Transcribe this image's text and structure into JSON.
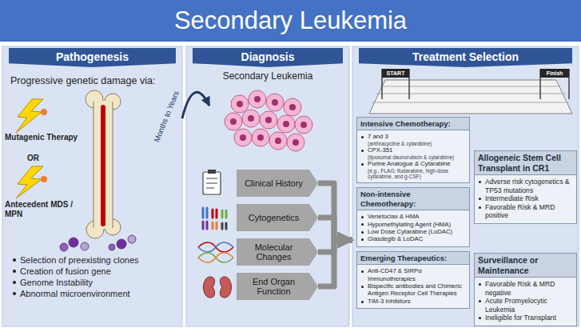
{
  "diagram": {
    "title": "Secondary Leukemia",
    "nodes": [
      {
        "text": [
          "Pathogenesis",
          "Progressive genetic damage via:",
          "Selection of preexisting clones",
          "Creation of fusion gene",
          "Genome Instability",
          "Abnormal microenvironment"
        ]
      },
      {
        "text": [
          "Diagnosis"
        ]
      },
      {
        "text": [
          "Secondary Leukemia"
        ],
        "in": 1
      },
      {
        "text": [
          "Clinical History"
        ],
        "in": 1
      },
      {
        "text": [
          "Cytogenetics"
        ],
        "in": 1
      },
      {
        "text": [
          "Molecular Changes"
        ],
        "in": 1
      },
      {
        "text": [
          "End Organ Function"
        ],
        "in": 1
      },
      {
        "text": [
          "Treatment Selection"
        ]
      },
      {
        "text": [
          "Intensive Chemotherapy:",
          "7 and 3",
          "(anthracycline & cytarabine)",
          "CPX-351",
          "(liposomal daunorubicin & cytarabine)",
          "Purine Analogue & Cytarabine",
          "(e.g., FLAG: fludarabine, high-dose cytarabine, and g-CSF)"
        ],
        "in": 7
      },
      {
        "text": [
          "Non-intensive Chemotherapy:",
          "Venetoclax & HMA",
          "Hypomethylating Agent (HMA)",
          "Low Dose Cytarabine (LoDAC)",
          "Glasdegib & LoDAC"
        ],
        "in": 7
      },
      {
        "text": [
          "Emerging Therapeutics:",
          "Anti-CD47 & SIRPα Immunotherapies",
          "Bispecific antibodies and Chimeric Antigen Receptor Cell Therapies",
          "TIM-3 Inhibitors"
        ],
        "in": 7
      },
      {
        "text": [
          "Allogeneic Stem Cell Transplant in CR1",
          "Adverse risk cytogenetics & TP53 mutations",
          "Intermediate Risk",
          "Favorable Risk & MRD positive"
        ],
        "in": 7
      },
      {
        "text": [
          "Surveillance or Maintenance",
          "Favorable Risk & MRD negative",
          "Acute Promyelocytic Leukemia",
          "Ineligible for Transplant"
        ],
        "in": 7
      }
    ],
    "edges": [
      {
        "from": 0,
        "to": 2,
        "label": "Months to Years",
        "arrow": "to"
      },
      {
        "from": 3,
        "to": 7,
        "arrow": "to"
      },
      {
        "from": 4,
        "to": 7,
        "arrow": "to"
      },
      {
        "from": 5,
        "to": 7,
        "arrow": "to"
      },
      {
        "from": 6,
        "to": 7,
        "arrow": "to"
      }
    ],
    "labels": [
      "Mutagenic Therapy",
      "OR",
      "Antecedent MDS / MPN",
      "START",
      "Finish"
    ]
  }
}
